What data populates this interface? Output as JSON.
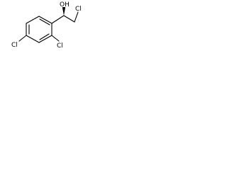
{
  "molecule": {
    "atoms": {
      "oh": "OH",
      "cl_side": "Cl",
      "cl_ortho": "Cl",
      "cl_para": "Cl"
    },
    "stereo_bond": "wedge",
    "colors": {
      "ink": "#000000",
      "background": "#ffffff"
    }
  }
}
